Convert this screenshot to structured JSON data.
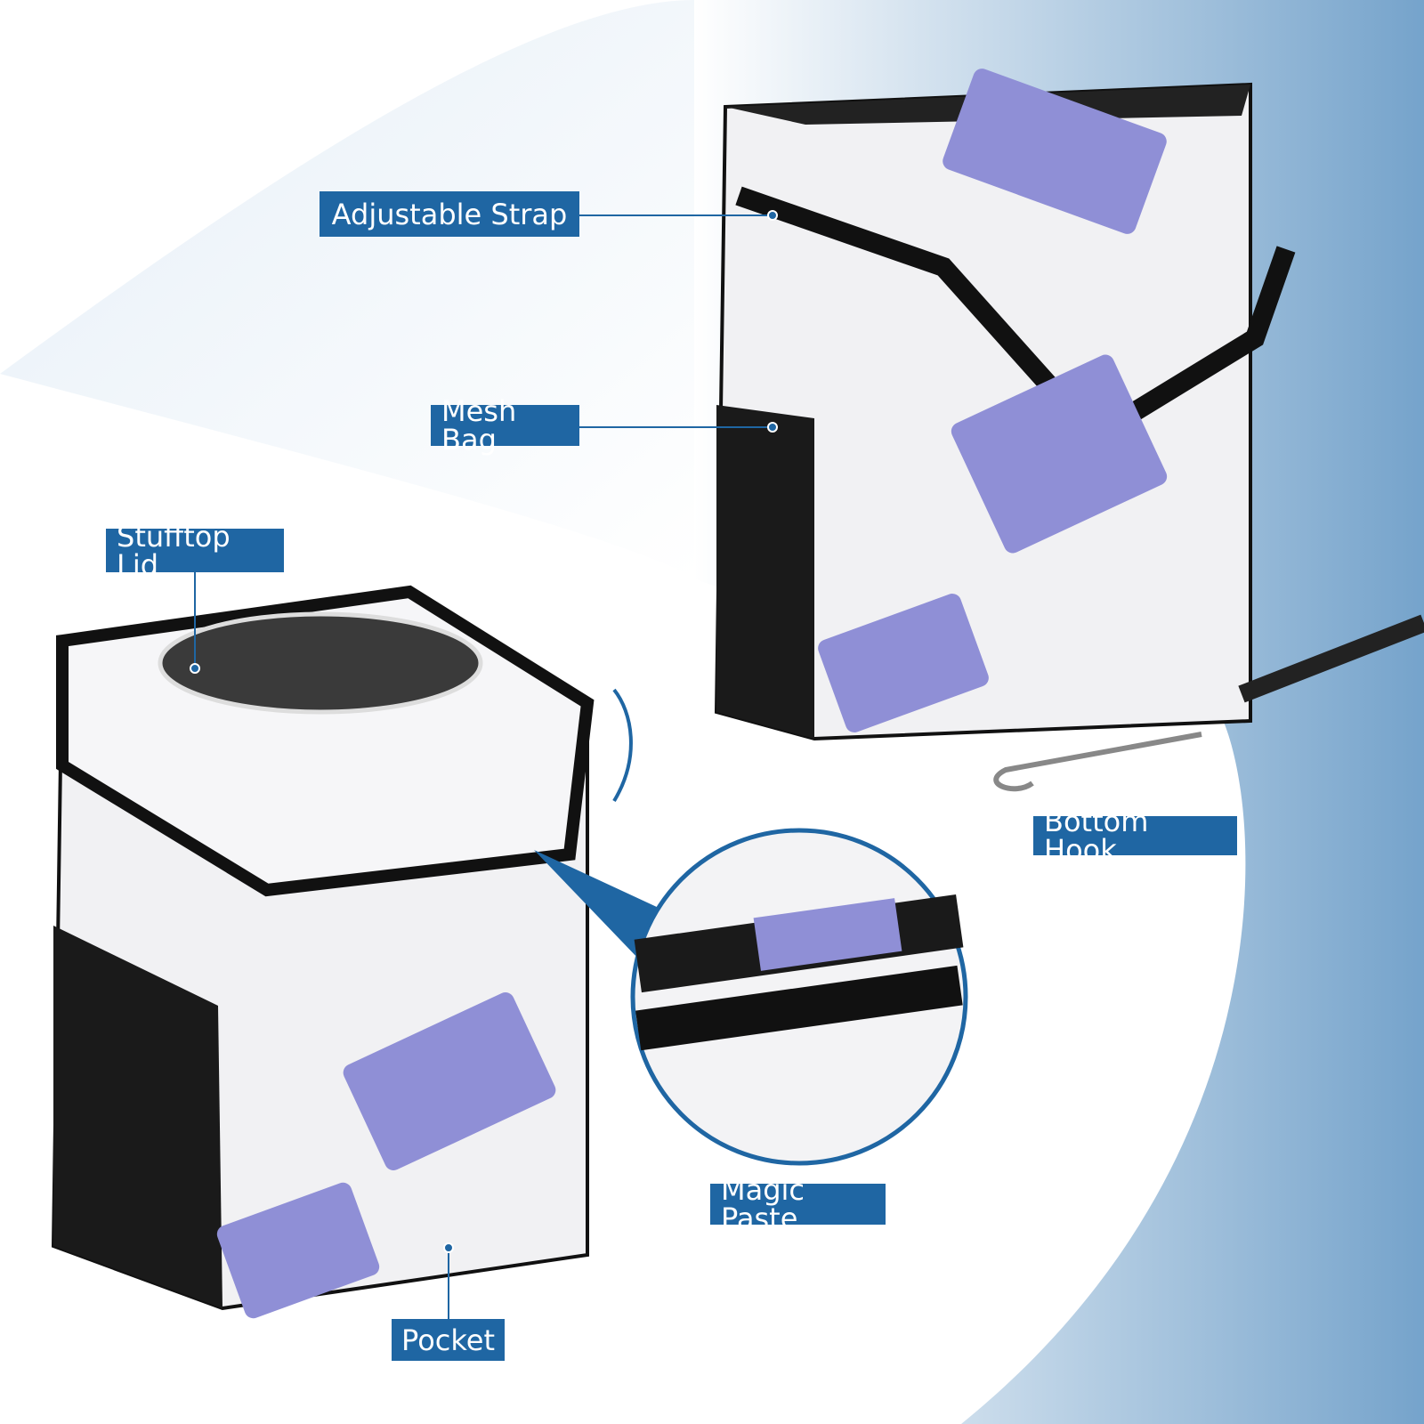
{
  "labels": {
    "adjustable_strap": "Adjustable Strap",
    "mesh_bag": "Mesh Bag",
    "stufftop_lid": "Stufftop Lid",
    "bottom_hook": "Bottom Hook",
    "magic_paste": "Magic Paste",
    "pocket": "Pocket"
  },
  "colors": {
    "accent": "#1f66a3",
    "bag_body": "#f2f2f4",
    "trim": "#111111",
    "cassette": "#8f8fd6"
  }
}
